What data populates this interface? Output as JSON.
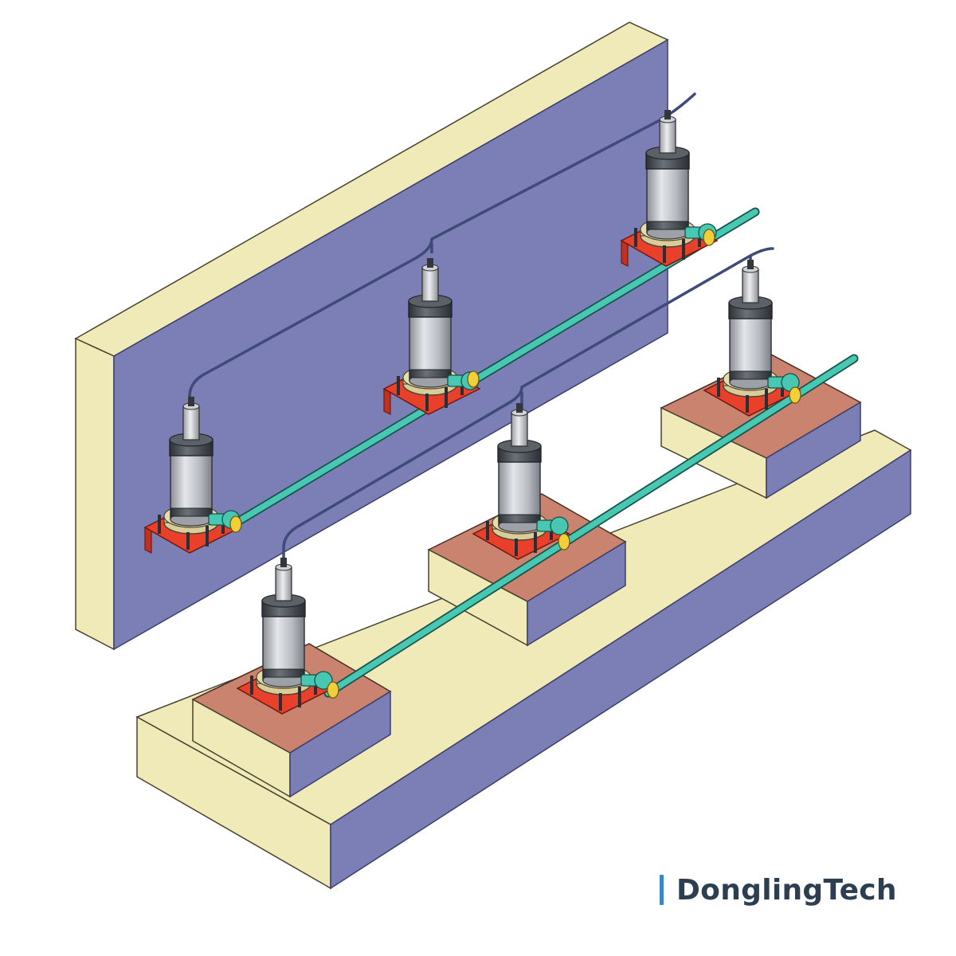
{
  "brand": {
    "text": "DonglingTech",
    "accent": "#3a86c8",
    "color": "#2c3e50"
  },
  "colors": {
    "wall_face": "#7b7fb6",
    "concrete": "#f0eab8",
    "pad_top": "#c9836e",
    "base_plate": "#e8402b",
    "sensor_body": "#c2c4c8",
    "sensor_cap": "#4d5258",
    "pipe": "#48c7b2",
    "fitting": "#f2ce3a",
    "cable": "#3f4a78"
  },
  "diagram": {
    "wall_sensor_count": 3,
    "floor_sensor_count": 3,
    "pad_count": 3
  }
}
